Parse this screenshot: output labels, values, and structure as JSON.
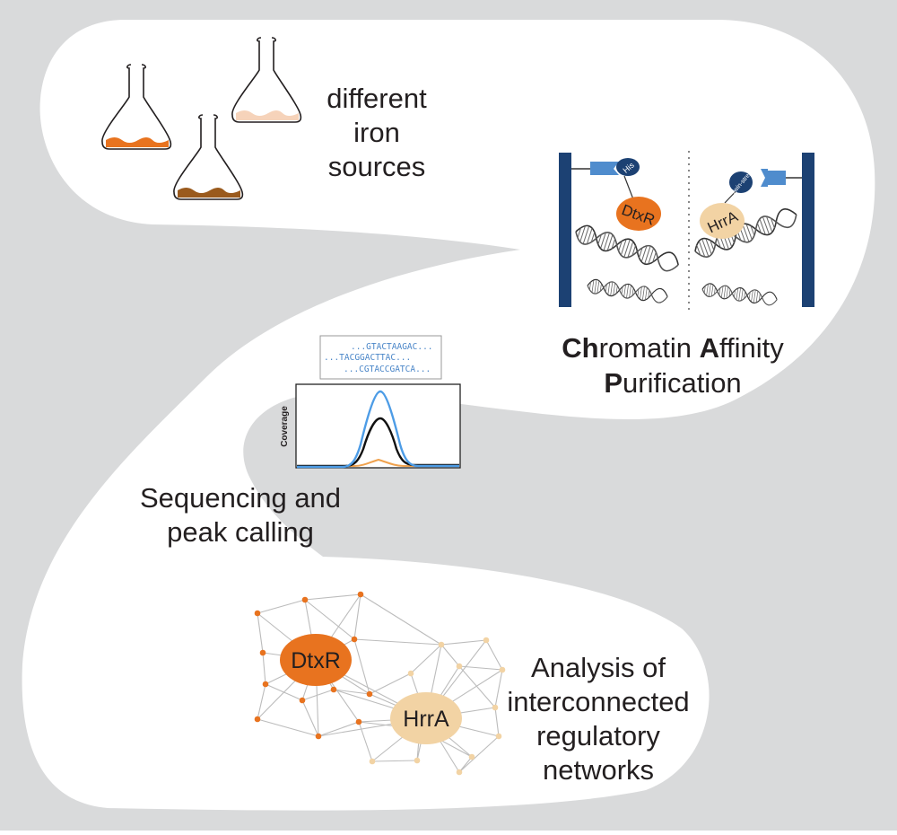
{
  "colors": {
    "background": "#d9dadb",
    "band": "#ffffff",
    "dtxr": "#e8731f",
    "hrra": "#f2d3a4",
    "bar": "#1c4173",
    "tag": "#4f8ccd",
    "antibody": "#1c4173",
    "flask_orange": "#e8731f",
    "flask_peach": "#f6d3ba",
    "flask_brown": "#9a5a1d",
    "curve_blue": "#4d9ce6",
    "curve_black": "#111111",
    "curve_orange": "#f0a24e"
  },
  "step1": {
    "caption_lines": [
      "different",
      "iron",
      "sources"
    ],
    "flasks": [
      {
        "name": "flask-orange",
        "color_key": "flask_orange"
      },
      {
        "name": "flask-peach",
        "color_key": "flask_peach"
      },
      {
        "name": "flask-brown",
        "color_key": "flask_brown"
      }
    ]
  },
  "step2": {
    "his_tag": "His",
    "twin_tag": "Twin-strep",
    "dtxr_label": "DtxR",
    "hrra_label": "HrrA",
    "caption_line1": [
      {
        "text": "Ch",
        "bold": true
      },
      {
        "text": "romatin ",
        "bold": false
      },
      {
        "text": "A",
        "bold": true
      },
      {
        "text": "ffinity",
        "bold": false
      }
    ],
    "caption_line2": [
      {
        "text": "P",
        "bold": true
      },
      {
        "text": "urification",
        "bold": false
      }
    ]
  },
  "step3": {
    "reads": [
      "...GTACTAAGAC...",
      "...TACGGACTTAC...",
      "...CGTACCGATCA..."
    ],
    "ylabel": "Coverage",
    "caption_lines": [
      "Sequencing and",
      "peak calling"
    ]
  },
  "step4": {
    "dtxr_label": "DtxR",
    "hrra_label": "HrrA",
    "caption_lines": [
      "Analysis of",
      "interconnected",
      "regulatory",
      "networks"
    ]
  }
}
